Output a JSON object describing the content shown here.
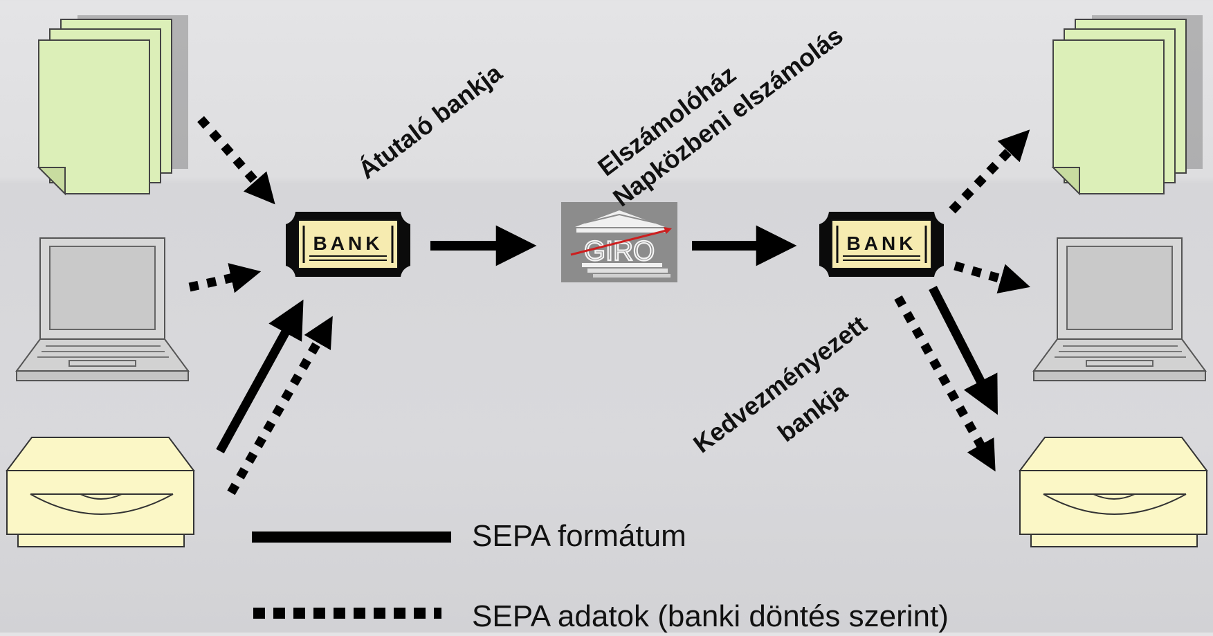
{
  "labels": {
    "sender_bank": "Átutaló bankja",
    "clearing_line1": "Elszámolóház",
    "clearing_line2": "Napközbeni elszámolás",
    "beneficiary_line1": "Kedvezményezett",
    "beneficiary_line2": "bankja"
  },
  "bank_badge_text": "BANK",
  "giro_logo_text": "GIRO",
  "legend": {
    "solid": "SEPA formátum",
    "dotted": "SEPA adatok (banki döntés szerint)"
  },
  "icons": {
    "paper": "document-stack-icon",
    "laptop": "laptop-icon",
    "drive": "disk-drive-icon",
    "bank": "bank-badge-icon",
    "clearing": "giro-logo-icon"
  },
  "colors": {
    "paper_fill": "#dcefb8",
    "drive_fill": "#fbf7c6",
    "laptop_fill": "#d7d7d7",
    "bank_fill": "#f6ebb0",
    "giro_bg": "#8c8c8c",
    "giro_red": "#cc1f1f",
    "arrow": "#000000"
  }
}
